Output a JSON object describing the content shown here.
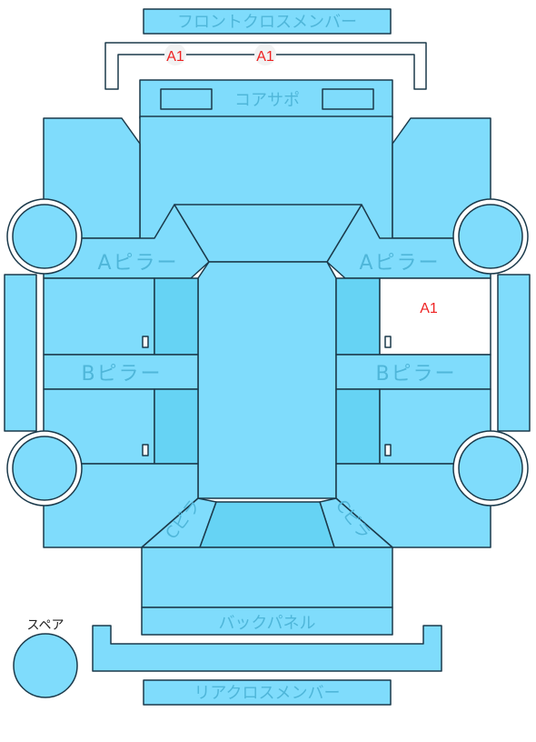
{
  "colors": {
    "panel": "#7fdcfc",
    "panel_dark": "#66d3f4",
    "stroke": "#1b3a4b",
    "label": "#4fb6d9",
    "mark": "#ee2222",
    "damaged_fill": "#ffffff"
  },
  "labels": {
    "front_cross_member": "フロントクロスメンバー",
    "core_support": "コアサポ",
    "a_pillar_left": "Aピラー",
    "a_pillar_right": "Aピラー",
    "b_pillar_left": "Bピラー",
    "b_pillar_right": "Bピラー",
    "c_pillar_left": "Cピラ",
    "c_pillar_right": "Cピラ",
    "back_panel": "バックパネル",
    "rear_cross_member": "リアクロスメンバー",
    "spare": "スペア"
  },
  "marks": {
    "front_member_left": "A1",
    "front_member_right": "A1",
    "right_front_door": "A1"
  }
}
